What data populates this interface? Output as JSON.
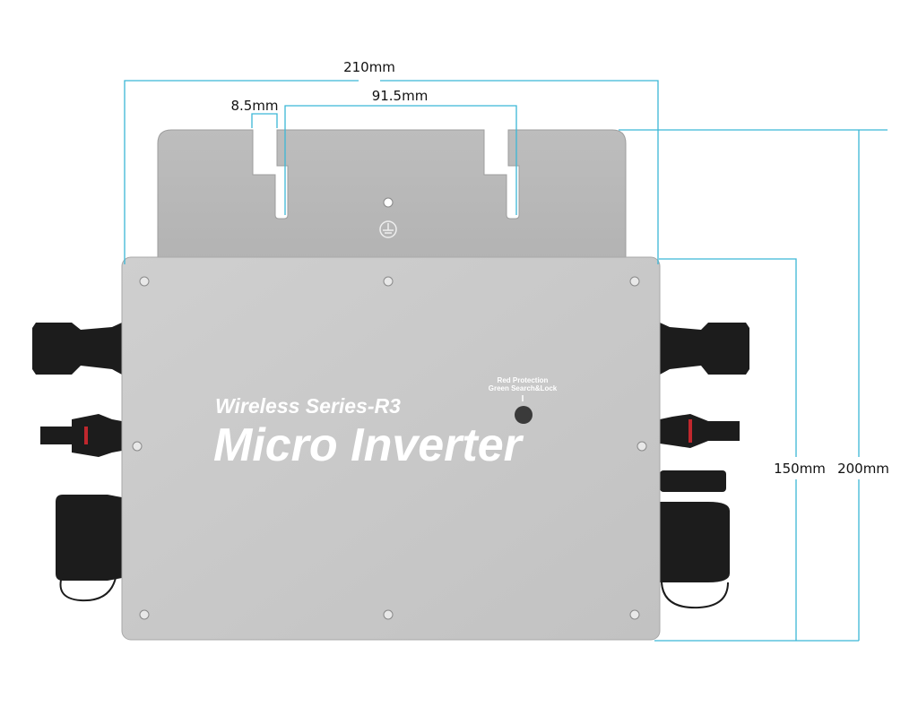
{
  "dimensions": {
    "width_total": "210mm",
    "slot_width": "8.5mm",
    "slot_spacing": "91.5mm",
    "body_height": "150mm",
    "total_height": "200mm"
  },
  "product": {
    "series": "Wireless Series-R3",
    "name": "Micro Inverter",
    "led_label_line1": "Red Protection",
    "led_label_line2": "Green Search&Lock"
  },
  "colors": {
    "dimension_line": "#3bb7d6",
    "body": "#c9c9c9",
    "connector": "#1c1c1c"
  }
}
